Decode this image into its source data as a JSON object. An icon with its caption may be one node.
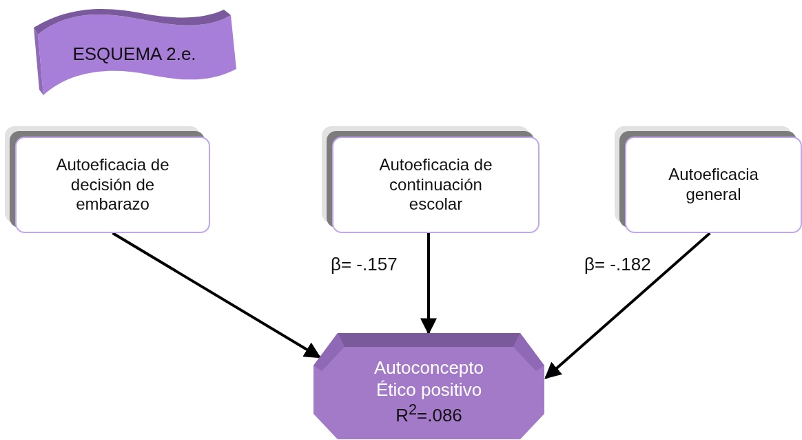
{
  "diagram": {
    "nodes": [
      {
        "text": [
          "ESQUEMA 2.e."
        ]
      },
      {
        "text": [
          "Autoeficacia de decisión de embarazo"
        ]
      },
      {
        "text": [
          "Autoeficacia de continuación escolar"
        ]
      },
      {
        "text": [
          "Autoeficacia general"
        ]
      },
      {
        "text": [
          "Autoconcepto Ético positivo",
          "R$^{2}$=.086"
        ]
      }
    ],
    "edges": [
      {
        "from": 1,
        "to": 4,
        "arrow": "to"
      },
      {
        "from": 2,
        "to": 4,
        "arrow": "to",
        "label": "β= -.157"
      },
      {
        "from": 3,
        "to": 4,
        "arrow": "to",
        "label": "β= -.182"
      }
    ]
  }
}
